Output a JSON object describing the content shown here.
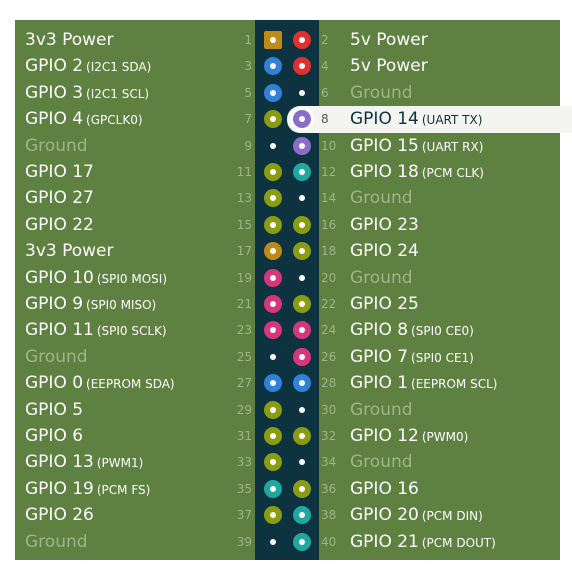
{
  "colors": {
    "board_bg": "#5e8040",
    "spine": "#0d3340",
    "dim_text": "#9cb58a",
    "power_3v3": "#c08a1a",
    "power_5v": "#e03030",
    "i2c": "#2f82d8",
    "ground": "#0d3340",
    "gpio": "#8a9c12",
    "uart": "#8a6dc8",
    "pcm": "#1fa8a0",
    "spi": "#d8367a"
  },
  "rows": [
    {
      "left": {
        "pin": "1",
        "name": "3v3 Power",
        "sub": "",
        "dim": false,
        "color": "#c08a1a",
        "shape": "square"
      },
      "right": {
        "pin": "2",
        "name": "5v Power",
        "sub": "",
        "dim": false,
        "color": "#e03030"
      }
    },
    {
      "left": {
        "pin": "3",
        "name": "GPIO 2",
        "sub": "(I2C1 SDA)",
        "dim": false,
        "color": "#2f82d8"
      },
      "right": {
        "pin": "4",
        "name": "5v Power",
        "sub": "",
        "dim": false,
        "color": "#e03030"
      }
    },
    {
      "left": {
        "pin": "5",
        "name": "GPIO 3",
        "sub": "(I2C1 SCL)",
        "dim": false,
        "color": "#2f82d8"
      },
      "right": {
        "pin": "6",
        "name": "Ground",
        "sub": "",
        "dim": true,
        "color": "#0d3340"
      }
    },
    {
      "left": {
        "pin": "7",
        "name": "GPIO 4",
        "sub": "(GPCLK0)",
        "dim": false,
        "color": "#8a9c12"
      },
      "right": {
        "pin": "8",
        "name": "GPIO 14",
        "sub": "(UART TX)",
        "dim": false,
        "color": "#8a6dc8"
      },
      "highlight": true
    },
    {
      "left": {
        "pin": "9",
        "name": "Ground",
        "sub": "",
        "dim": true,
        "color": "#0d3340"
      },
      "right": {
        "pin": "10",
        "name": "GPIO 15",
        "sub": "(UART RX)",
        "dim": false,
        "color": "#8a6dc8"
      }
    },
    {
      "left": {
        "pin": "11",
        "name": "GPIO 17",
        "sub": "",
        "dim": false,
        "color": "#8a9c12"
      },
      "right": {
        "pin": "12",
        "name": "GPIO 18",
        "sub": "(PCM CLK)",
        "dim": false,
        "color": "#1fa8a0"
      }
    },
    {
      "left": {
        "pin": "13",
        "name": "GPIO 27",
        "sub": "",
        "dim": false,
        "color": "#8a9c12"
      },
      "right": {
        "pin": "14",
        "name": "Ground",
        "sub": "",
        "dim": true,
        "color": "#0d3340"
      }
    },
    {
      "left": {
        "pin": "15",
        "name": "GPIO 22",
        "sub": "",
        "dim": false,
        "color": "#8a9c12"
      },
      "right": {
        "pin": "16",
        "name": "GPIO 23",
        "sub": "",
        "dim": false,
        "color": "#8a9c12"
      }
    },
    {
      "left": {
        "pin": "17",
        "name": "3v3 Power",
        "sub": "",
        "dim": false,
        "color": "#c08a1a"
      },
      "right": {
        "pin": "18",
        "name": "GPIO 24",
        "sub": "",
        "dim": false,
        "color": "#8a9c12"
      }
    },
    {
      "left": {
        "pin": "19",
        "name": "GPIO 10",
        "sub": "(SPI0 MOSI)",
        "dim": false,
        "color": "#d8367a"
      },
      "right": {
        "pin": "20",
        "name": "Ground",
        "sub": "",
        "dim": true,
        "color": "#0d3340"
      }
    },
    {
      "left": {
        "pin": "21",
        "name": "GPIO 9",
        "sub": "(SPI0 MISO)",
        "dim": false,
        "color": "#d8367a"
      },
      "right": {
        "pin": "22",
        "name": "GPIO 25",
        "sub": "",
        "dim": false,
        "color": "#8a9c12"
      }
    },
    {
      "left": {
        "pin": "23",
        "name": "GPIO 11",
        "sub": "(SPI0 SCLK)",
        "dim": false,
        "color": "#d8367a"
      },
      "right": {
        "pin": "24",
        "name": "GPIO 8",
        "sub": "(SPI0 CE0)",
        "dim": false,
        "color": "#d8367a"
      }
    },
    {
      "left": {
        "pin": "25",
        "name": "Ground",
        "sub": "",
        "dim": true,
        "color": "#0d3340"
      },
      "right": {
        "pin": "26",
        "name": "GPIO 7",
        "sub": "(SPI0 CE1)",
        "dim": false,
        "color": "#d8367a"
      }
    },
    {
      "left": {
        "pin": "27",
        "name": "GPIO 0",
        "sub": "(EEPROM SDA)",
        "dim": false,
        "color": "#2f82d8"
      },
      "right": {
        "pin": "28",
        "name": "GPIO 1",
        "sub": "(EEPROM SCL)",
        "dim": false,
        "color": "#2f82d8"
      }
    },
    {
      "left": {
        "pin": "29",
        "name": "GPIO 5",
        "sub": "",
        "dim": false,
        "color": "#8a9c12"
      },
      "right": {
        "pin": "30",
        "name": "Ground",
        "sub": "",
        "dim": true,
        "color": "#0d3340"
      }
    },
    {
      "left": {
        "pin": "31",
        "name": "GPIO 6",
        "sub": "",
        "dim": false,
        "color": "#8a9c12"
      },
      "right": {
        "pin": "32",
        "name": "GPIO 12",
        "sub": "(PWM0)",
        "dim": false,
        "color": "#8a9c12"
      }
    },
    {
      "left": {
        "pin": "33",
        "name": "GPIO 13",
        "sub": "(PWM1)",
        "dim": false,
        "color": "#8a9c12"
      },
      "right": {
        "pin": "34",
        "name": "Ground",
        "sub": "",
        "dim": true,
        "color": "#0d3340"
      }
    },
    {
      "left": {
        "pin": "35",
        "name": "GPIO 19",
        "sub": "(PCM FS)",
        "dim": false,
        "color": "#1fa8a0"
      },
      "right": {
        "pin": "36",
        "name": "GPIO 16",
        "sub": "",
        "dim": false,
        "color": "#8a9c12"
      }
    },
    {
      "left": {
        "pin": "37",
        "name": "GPIO 26",
        "sub": "",
        "dim": false,
        "color": "#8a9c12"
      },
      "right": {
        "pin": "38",
        "name": "GPIO 20",
        "sub": "(PCM DIN)",
        "dim": false,
        "color": "#1fa8a0"
      }
    },
    {
      "left": {
        "pin": "39",
        "name": "Ground",
        "sub": "",
        "dim": true,
        "color": "#0d3340"
      },
      "right": {
        "pin": "40",
        "name": "GPIO 21",
        "sub": "(PCM DOUT)",
        "dim": false,
        "color": "#1fa8a0"
      }
    }
  ]
}
